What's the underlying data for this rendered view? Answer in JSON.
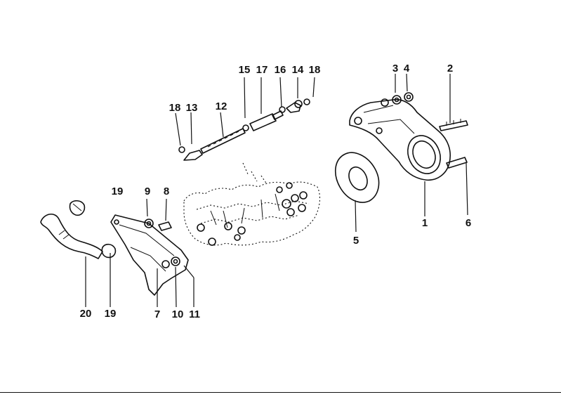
{
  "callouts": [
    "1",
    "2",
    "3",
    "4",
    "5",
    "6",
    "7",
    "8",
    "9",
    "10",
    "11",
    "12",
    "13",
    "14",
    "15",
    "16",
    "17",
    "18",
    "18",
    "19",
    "19",
    "20"
  ],
  "colors": {
    "ink": "#111111",
    "background": "#ffffff"
  }
}
